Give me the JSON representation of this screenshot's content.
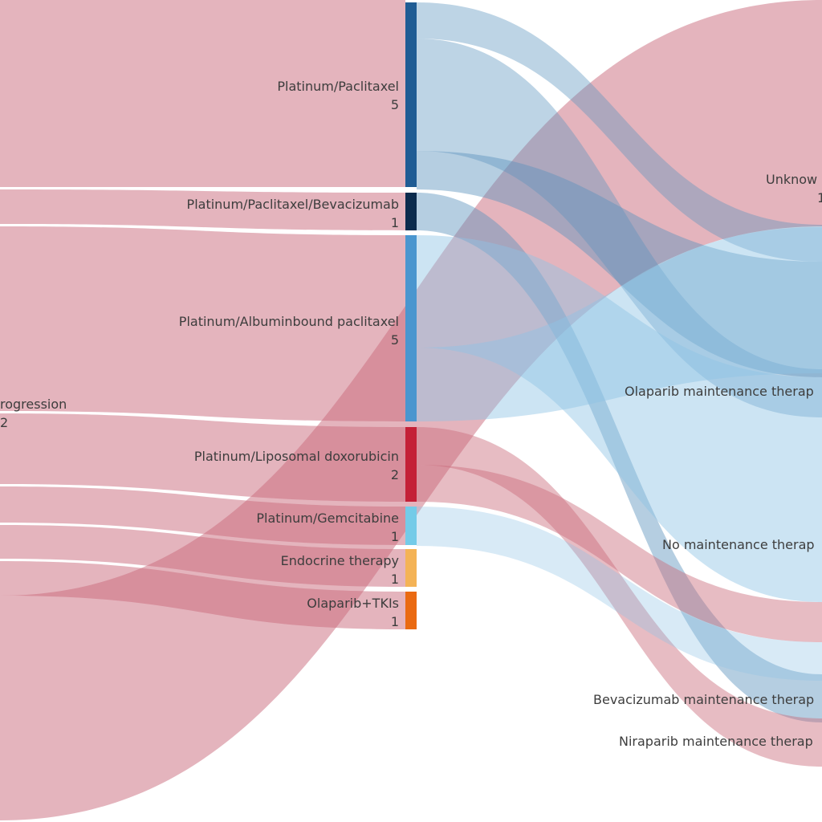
{
  "colors": {
    "link_red": "#c96a7b",
    "link_blue": "#5b93bd",
    "link_lightblue": "#8fc3e4",
    "node_paclitaxel": "#1f5c94",
    "node_bev": "#0b2b4d",
    "node_albumin": "#4a96cf",
    "node_liposomal": "#c42037",
    "node_gemcitabine": "#74cbe8",
    "node_endocrine": "#f4b356",
    "node_olaparib_tki": "#ea6a12"
  },
  "source": {
    "name": "rogression",
    "value": "2"
  },
  "middle": [
    {
      "name": "Platinum/Paclitaxel",
      "value": "5",
      "color": "#1f5c94"
    },
    {
      "name": "Platinum/Paclitaxel/Bevacizumab",
      "value": "1",
      "color": "#0b2b4d"
    },
    {
      "name": "Platinum/Albuminbound paclitaxel",
      "value": "5",
      "color": "#4a96cf"
    },
    {
      "name": "Platinum/Liposomal doxorubicin",
      "value": "2",
      "color": "#c42037"
    },
    {
      "name": "Platinum/Gemcitabine",
      "value": "1",
      "color": "#74cbe8"
    },
    {
      "name": "Endocrine therapy",
      "value": "1",
      "color": "#f4b356"
    },
    {
      "name": "Olaparib+TKIs",
      "value": "1",
      "color": "#ea6a12"
    }
  ],
  "targets": [
    {
      "name": "Unknow",
      "value": "1"
    },
    {
      "name": "Olaparib maintenance therap",
      "value": ""
    },
    {
      "name": "No maintenance therap",
      "value": ""
    },
    {
      "name": "Bevacizumab maintenance therap",
      "value": ""
    },
    {
      "name": "Niraparib maintenance therap",
      "value": ""
    }
  ]
}
